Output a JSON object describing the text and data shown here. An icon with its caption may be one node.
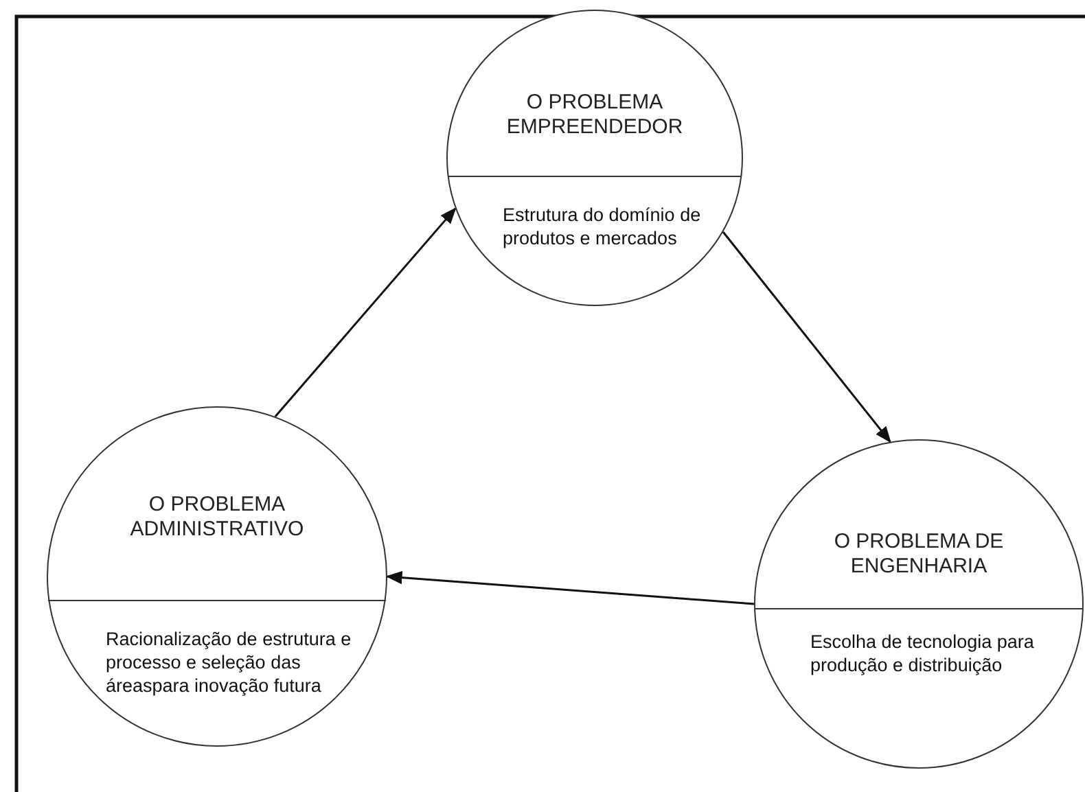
{
  "diagram": {
    "nodes": [
      {
        "text": [
          "O PROBLEMA EMPREENDEDOR",
          "Estrutura do domínio de produtos e mercados"
        ]
      },
      {
        "text": [
          "O PROBLEMA DE ENGENHARIA",
          "Escolha de tecnologia para produção e distribuição"
        ]
      },
      {
        "text": [
          "O PROBLEMA ADMINISTRATIVO",
          "Racionalização de estrutura e processo e seleção das áreaspara inovação futura"
        ]
      }
    ],
    "edges": [
      {
        "from": 2,
        "to": 0,
        "arrow": "to"
      },
      {
        "from": 0,
        "to": 1,
        "arrow": "to"
      },
      {
        "from": 1,
        "to": 2,
        "arrow": "to"
      }
    ]
  }
}
